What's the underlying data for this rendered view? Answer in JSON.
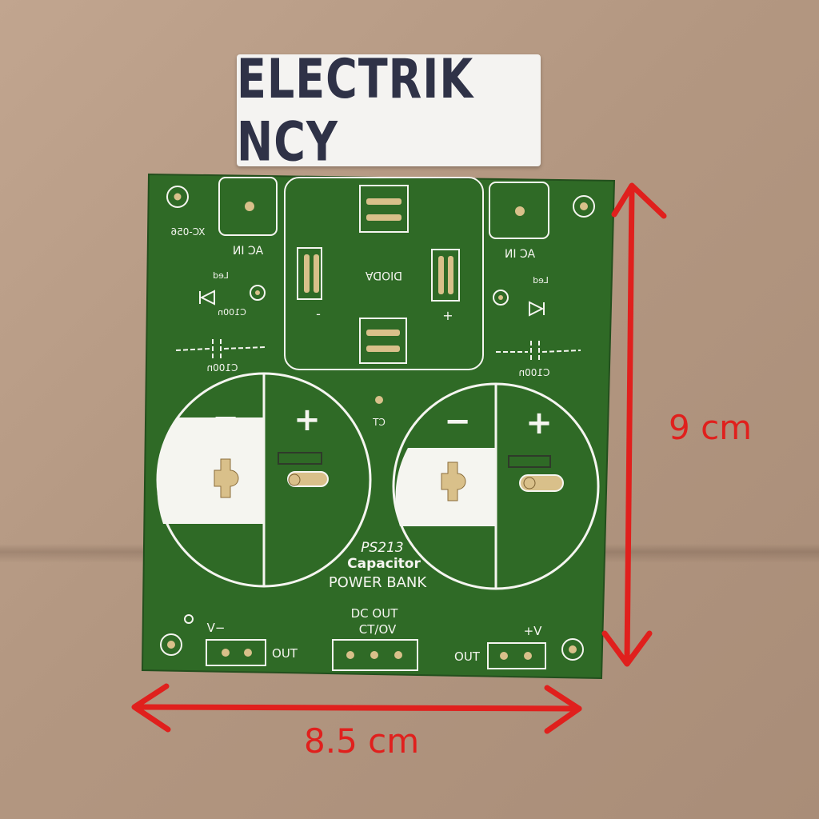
{
  "sticker_text": "ELECTRIK NCY",
  "pcb": {
    "model_mark": "XC-056",
    "ac_in_left": "AC IN",
    "ac_in_right": "AC IN",
    "diode_label": "DIODA",
    "diode_minus": "-",
    "diode_plus": "+",
    "led_left": "Led",
    "led_right": "Led",
    "c100n_top_left": "C100n",
    "c100n_bottom_left": "C100n",
    "c100n_right": "C100n",
    "ct_label": "CT",
    "cap_minus": "−",
    "cap_plus": "+",
    "title_line1": "PS213",
    "title_line2": "Capacitor",
    "title_line3": "POWER BANK",
    "dc_out_line1": "DC OUT",
    "dc_out_line2": "CT/OV",
    "v_minus": "V−",
    "v_plus": "+V",
    "out_left": "OUT",
    "out_right": "OUT"
  },
  "measurements": {
    "height": "9 cm",
    "width": "8.5 cm"
  },
  "colors": {
    "pcb_green": "#2f6a26",
    "silkscreen": "#f5f5f0",
    "arrow_red": "#e0201d"
  }
}
